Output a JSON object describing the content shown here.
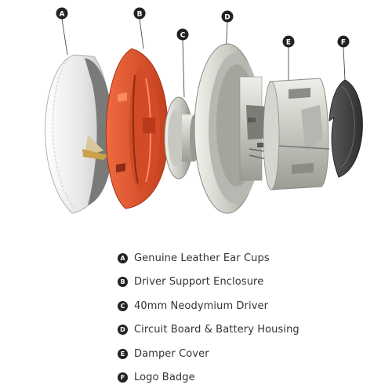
{
  "colors": {
    "accent_orange": "#e0502c",
    "marker_fill": "#222222",
    "text": "#333333",
    "metal_light": "#e6e6e0",
    "metal_dark": "#8c8c86"
  },
  "parts": [
    {
      "letter": "A",
      "label": "Genuine Leather Ear Cups"
    },
    {
      "letter": "B",
      "label": "Driver Support Enclosure"
    },
    {
      "letter": "C",
      "label": "40mm Neodymium Driver"
    },
    {
      "letter": "D",
      "label": "Circuit Board & Battery Housing"
    },
    {
      "letter": "E",
      "label": "Damper Cover"
    },
    {
      "letter": "F",
      "label": "Logo Badge"
    }
  ]
}
